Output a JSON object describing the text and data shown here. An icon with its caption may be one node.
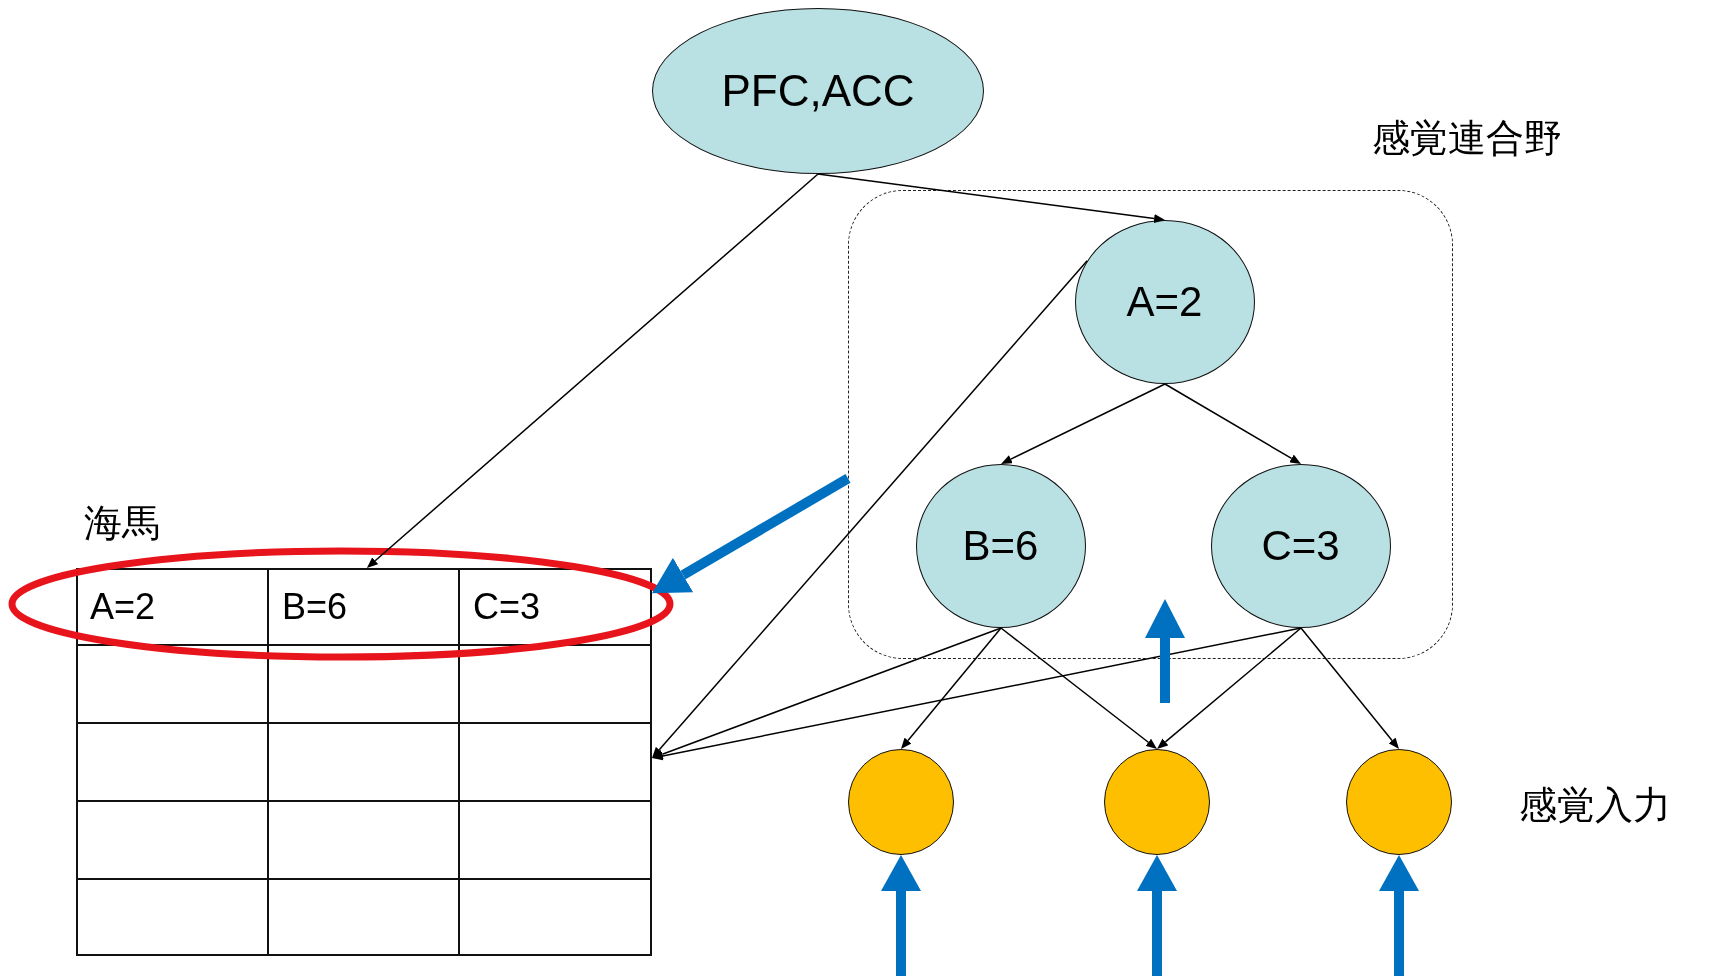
{
  "diagram": {
    "nodes": [
      {
        "text": [
          "PFC,ACC"
        ]
      },
      {
        "text": [
          "感覚連合野"
        ]
      },
      {
        "text": [
          "A=2"
        ],
        "in": 1
      },
      {
        "text": [
          "B=6"
        ],
        "in": 1
      },
      {
        "text": [
          "C=3"
        ],
        "in": 1
      },
      {
        "text": [
          "海馬"
        ]
      },
      {
        "text": [
          "A=2"
        ],
        "in": 5
      },
      {
        "text": [
          "B=6"
        ],
        "in": 5
      },
      {
        "text": [
          "C=3"
        ],
        "in": 5
      },
      {
        "text": [],
        "shape": "circle"
      },
      {
        "text": [],
        "shape": "circle"
      },
      {
        "text": [],
        "shape": "circle"
      }
    ],
    "edges": [
      {
        "from": 0,
        "to": 2,
        "arrow": "to"
      },
      {
        "from": 0,
        "to": 5,
        "arrow": "to"
      },
      {
        "from": 2,
        "to": 3,
        "arrow": "to"
      },
      {
        "from": 2,
        "to": 4,
        "arrow": "to"
      },
      {
        "from": 2,
        "to": 5,
        "arrow": "to"
      },
      {
        "from": 3,
        "to": 9,
        "arrow": "to"
      },
      {
        "from": 3,
        "to": 10,
        "arrow": "to"
      },
      {
        "from": 3,
        "to": 5,
        "arrow": "to"
      },
      {
        "from": 4,
        "to": 10,
        "arrow": "to"
      },
      {
        "from": 4,
        "to": 11,
        "arrow": "to"
      },
      {
        "from": 4,
        "to": 5,
        "arrow": "to"
      },
      {
        "from": 1,
        "to": 5,
        "arrow": "to",
        "style": "thick",
        "color": "#0070c0"
      },
      {
        "from": null,
        "to": 9,
        "arrow": "to",
        "style": "thick",
        "color": "#0070c0"
      },
      {
        "from": null,
        "to": 10,
        "arrow": "to",
        "style": "thick",
        "color": "#0070c0"
      },
      {
        "from": null,
        "to": 11,
        "arrow": "to",
        "style": "thick",
        "color": "#0070c0"
      }
    ],
    "labels": [
      "感覚入力"
    ]
  }
}
